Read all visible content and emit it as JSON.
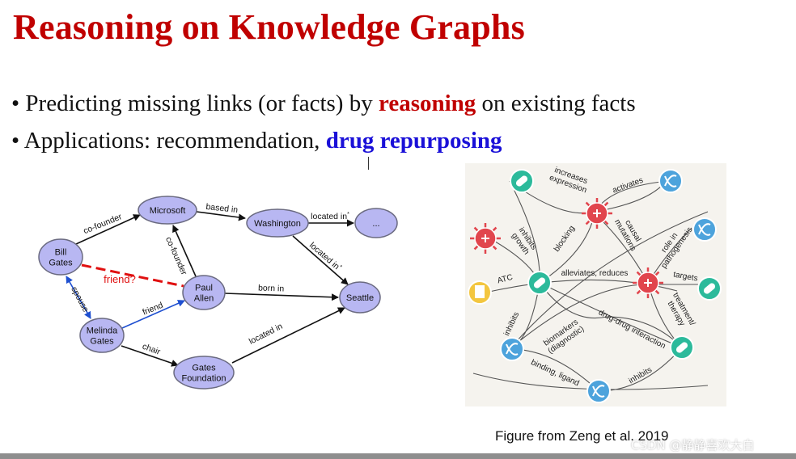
{
  "slide": {
    "title": "Reasoning on Knowledge Graphs",
    "bullet1": {
      "marker": "•",
      "pre": " Predicting missing links (or facts) by ",
      "highlight": "reasoning",
      "post": " on existing facts"
    },
    "bullet2": {
      "marker": "•",
      "pre": " Applications: recommendation, ",
      "highlight": "drug repurposing"
    },
    "caption": "Figure from Zeng et al. 2019",
    "watermark": "CSDN @静静喜欢大白"
  },
  "colors": {
    "title": "#c00000",
    "red_highlight": "#c00000",
    "blue_highlight": "#1a10d8",
    "node_fill": "#b8b7f2",
    "node_stroke": "#6a6a80",
    "query_edge": "#e01010",
    "blue_edge": "#1e4fd0"
  },
  "knowledge_graph": {
    "nodes": [
      {
        "id": "bill",
        "lines": [
          "Bill",
          "Gates"
        ]
      },
      {
        "id": "microsoft",
        "lines": [
          "Microsoft"
        ]
      },
      {
        "id": "washington",
        "lines": [
          "Washington"
        ]
      },
      {
        "id": "dots",
        "lines": [
          "..."
        ]
      },
      {
        "id": "paul",
        "lines": [
          "Paul",
          "Allen"
        ]
      },
      {
        "id": "seattle",
        "lines": [
          "Seattle"
        ]
      },
      {
        "id": "melinda",
        "lines": [
          "Melinda",
          "Gates"
        ]
      },
      {
        "id": "foundation",
        "lines": [
          "Gates",
          "Foundation"
        ]
      }
    ],
    "edges": [
      {
        "id": "e1",
        "label": "co-founder"
      },
      {
        "id": "e2",
        "label": "based in"
      },
      {
        "id": "e3",
        "label": "located in"
      },
      {
        "id": "e4",
        "label": "located in"
      },
      {
        "id": "e5",
        "label": "co-founder"
      },
      {
        "id": "e6",
        "label": "born in"
      },
      {
        "id": "e7",
        "label": "friend?"
      },
      {
        "id": "e8",
        "label": "spouse"
      },
      {
        "id": "e9",
        "label": "friend"
      },
      {
        "id": "e10",
        "label": "chair"
      },
      {
        "id": "e11",
        "label": "located in"
      }
    ]
  },
  "drug_graph": {
    "labels": [
      "increases\nexpression",
      "activates",
      "inhibits\ngrowth",
      "blocking",
      "causal\nmutations",
      "role in\npathogenesis",
      "ATC",
      "alleviates, reduces",
      "targets",
      "treatment/\ntherapy",
      "inhibits",
      "biomarkers\n(diagnostic)",
      "drug-drug interaction",
      "binding, ligand",
      "inhibits"
    ]
  }
}
